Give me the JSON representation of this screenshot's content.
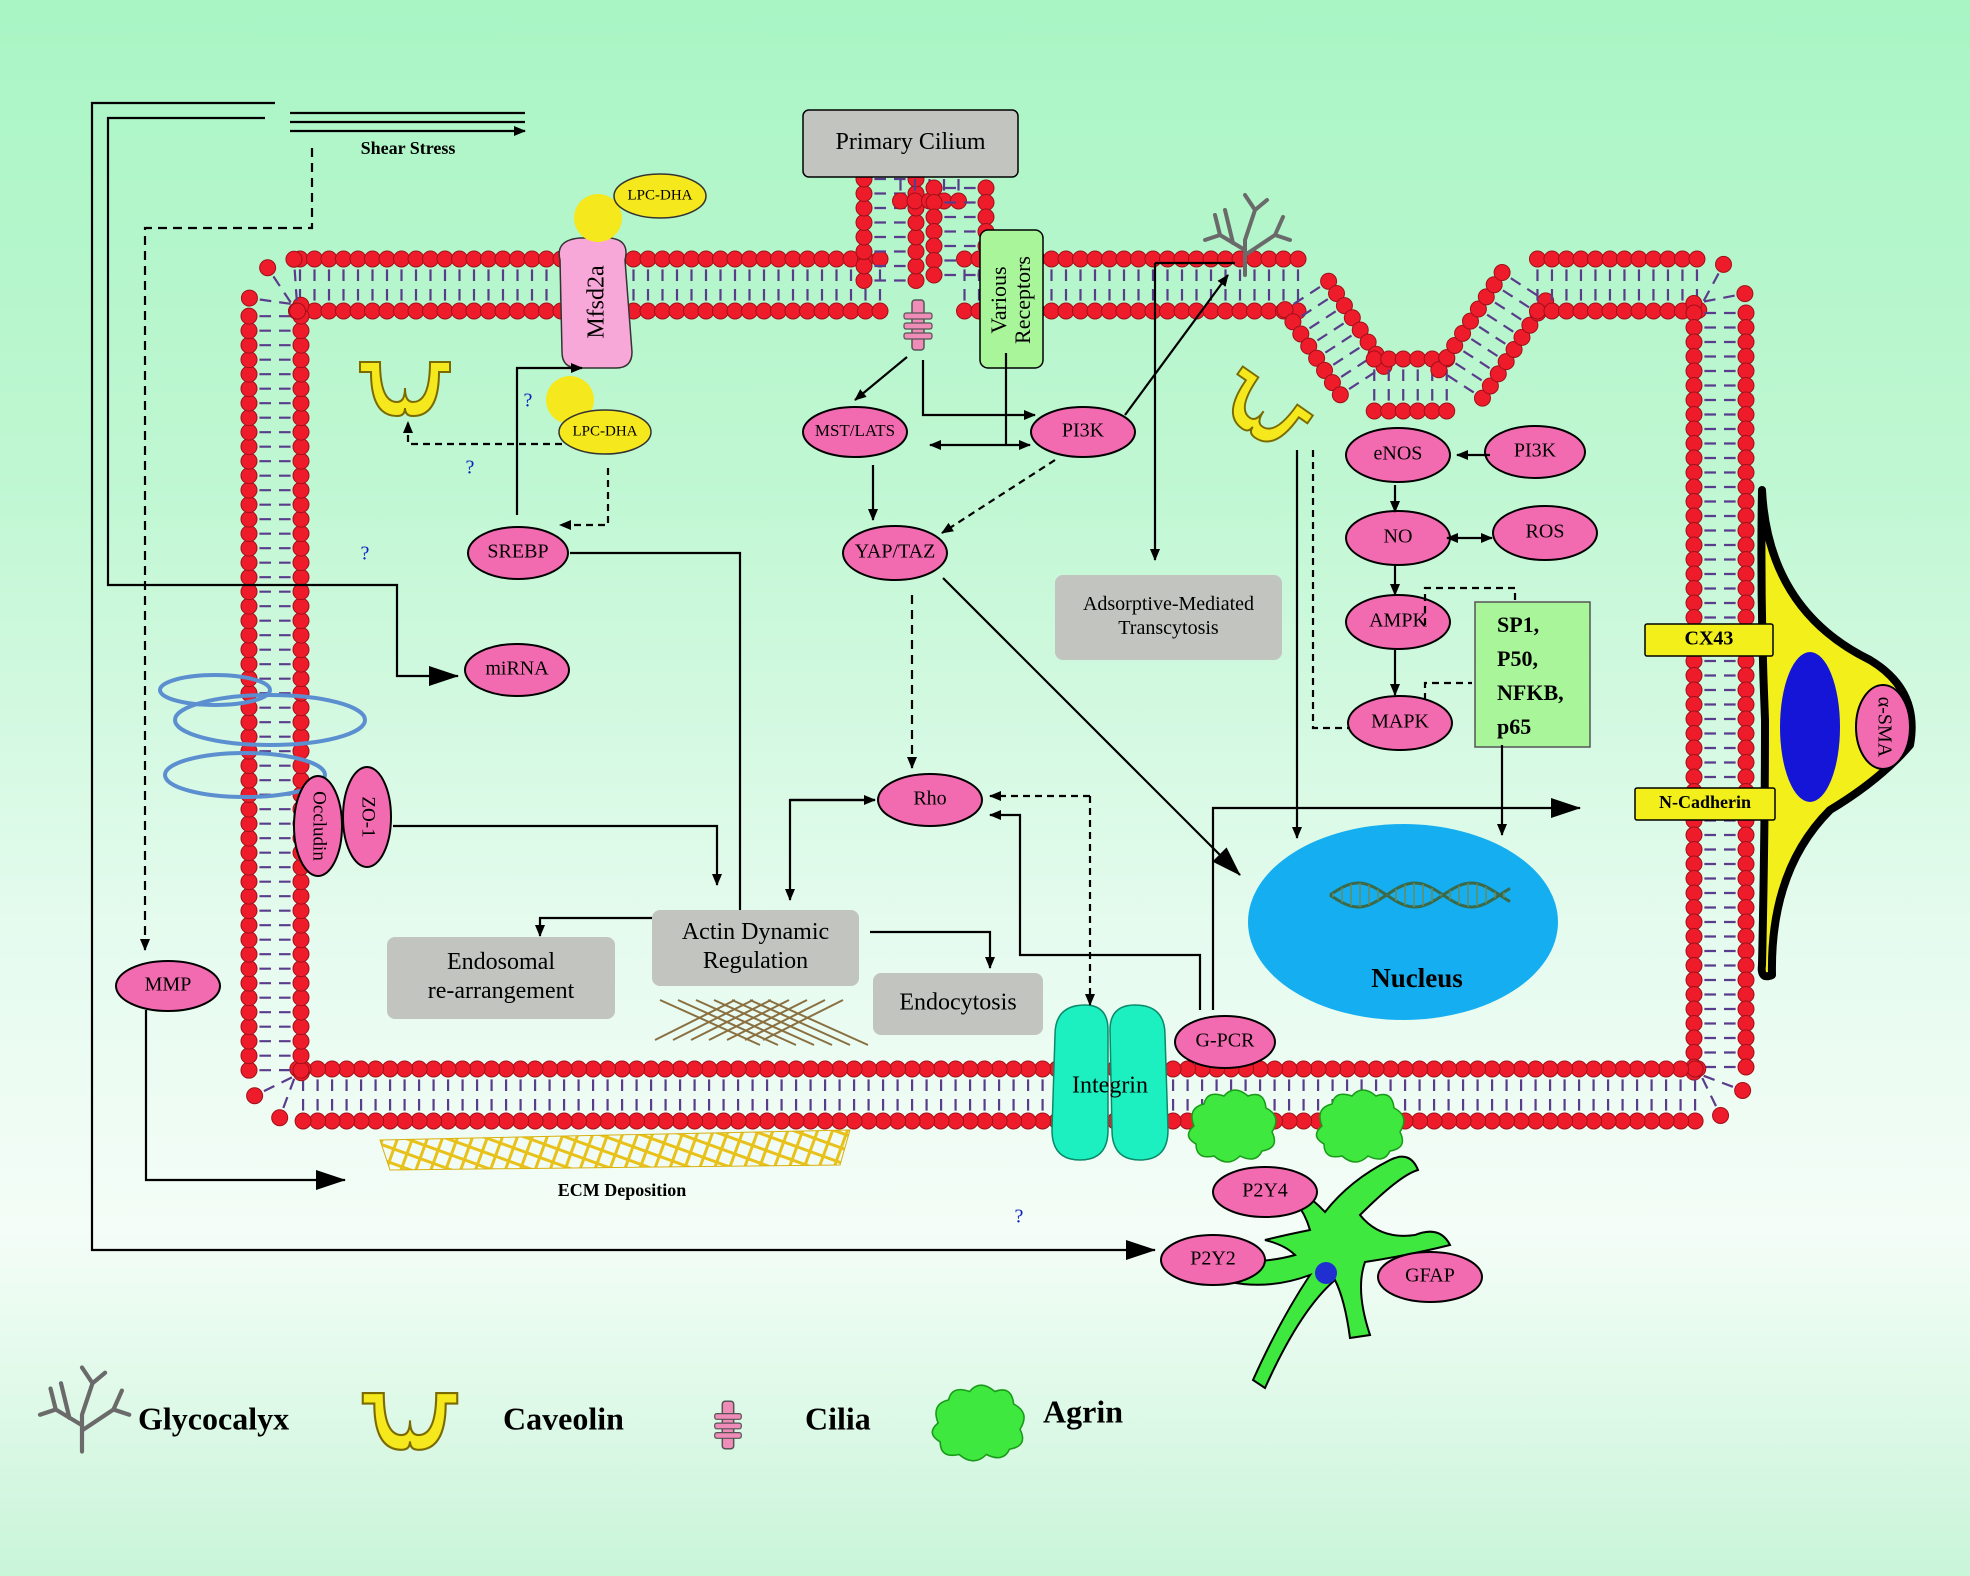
{
  "diagram": {
    "shear_stress": "Shear Stress",
    "primary_cilium": "Primary Cilium",
    "various_receptors": [
      "Various",
      "Receptors"
    ],
    "mfsd2a": "Mfsd2a",
    "lpc_dha_top": "LPC-DHA",
    "lpc_dha_inner": "LPC-DHA",
    "question_mark": "?",
    "srebp": "SREBP",
    "mirna": "miRNA",
    "occludin": "Occludin",
    "zo1": "ZO-1",
    "mmp": "MMP",
    "mst_lats": "MST/LATS",
    "pi3k_1": "PI3K",
    "yap_taz": "YAP/TAZ",
    "rho": "Rho",
    "actin": [
      "Actin Dynamic",
      "Regulation"
    ],
    "endosomal": [
      "Endosomal",
      "re-arrangement"
    ],
    "endocytosis": "Endocytosis",
    "integrin": "Integrin",
    "gpcr": "G-PCR",
    "adsorptive": [
      "Adsorptive-Mediated",
      "Transcytosis"
    ],
    "enos": "eNOS",
    "pi3k_2": "PI3K",
    "no": "NO",
    "ros": "ROS",
    "ampk": "AMPK",
    "mapk": "MAPK",
    "tf": [
      "SP1,",
      "P50,",
      "NFKB,",
      "p65"
    ],
    "nucleus": "Nucleus",
    "cx43": "CX43",
    "n_cadherin": "N-Cadherin",
    "asma": "α-SMA",
    "ecm": "ECM Deposition",
    "p2y4": "P2Y4",
    "p2y2": "P2Y2",
    "gfap": "GFAP"
  },
  "legend": [
    {
      "icon": "glycocalyx-icon",
      "label": "Glycocalyx"
    },
    {
      "icon": "caveolin-icon",
      "label": "Caveolin"
    },
    {
      "icon": "cilia-icon",
      "label": "Cilia"
    },
    {
      "icon": "agrin-icon",
      "label": "Agrin"
    }
  ],
  "colors": {
    "oval": "#f26bb0",
    "box_gray": "#c2c4c0",
    "box_green": "#a8f59a",
    "membrane_head": "#ee1c2a",
    "membrane_tail": "#5a3c8c",
    "nucleus": "#15aef0",
    "pericyte": "#f2ef1a",
    "astrocyte": "#3ee83e",
    "integrin": "#1df0c0",
    "caveolin": "#f5e81c",
    "lpc_dha": "#f5e81c"
  }
}
